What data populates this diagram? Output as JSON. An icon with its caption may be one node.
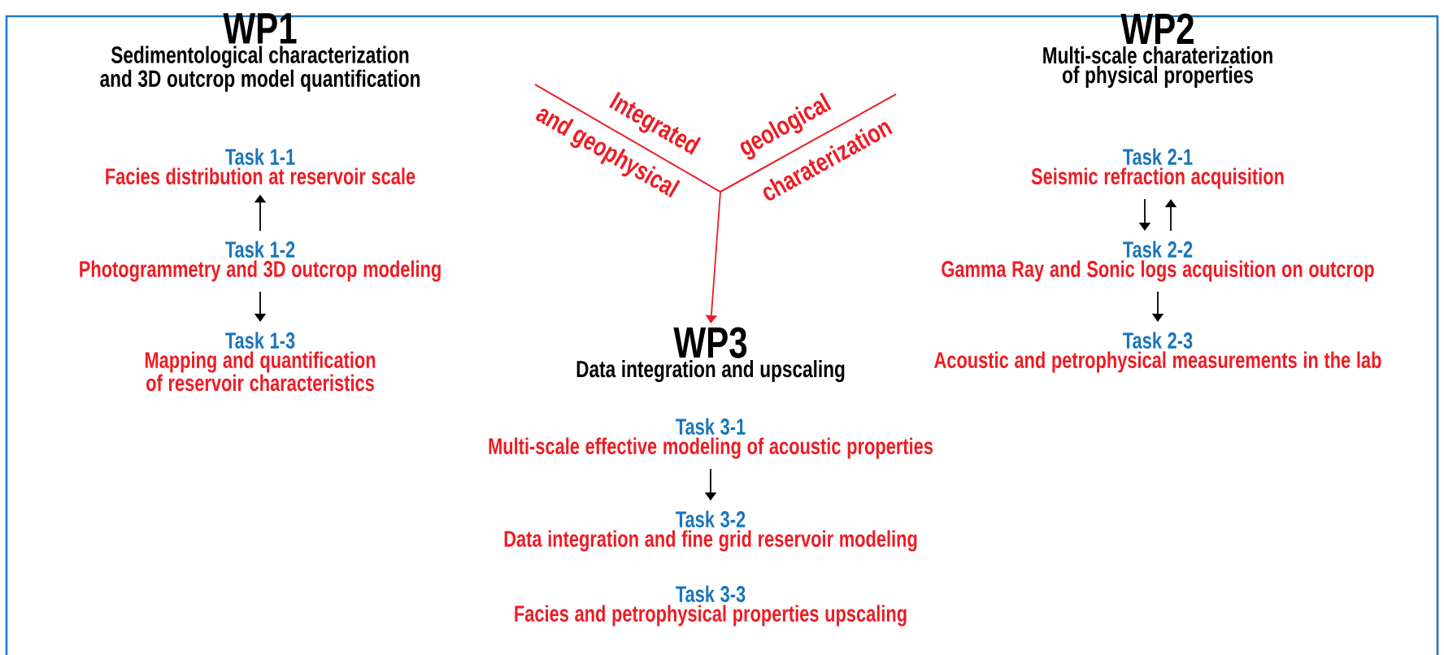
{
  "diagram": {
    "nodes": [
      {
        "text": [
          "WP1",
          "Sedimentological characterization and 3D outcrop model quantification"
        ]
      },
      {
        "text": [
          "Task 1-1",
          "Facies distribution at reservoir scale"
        ]
      },
      {
        "text": [
          "Task 1-2",
          "Photogrammetry and 3D outcrop modeling"
        ]
      },
      {
        "text": [
          "Task 1-3",
          "Mapping and quantification of reservoir characteristics"
        ]
      },
      {
        "text": [
          "WP2",
          "Multi-scale charaterization of physical properties"
        ]
      },
      {
        "text": [
          "Task 2-1",
          "Seismic refraction acquisition"
        ]
      },
      {
        "text": [
          "Task 2-2",
          "Gamma Ray and Sonic logs acquisition on outcrop"
        ]
      },
      {
        "text": [
          "Task 2-3",
          "Acoustic and petrophysical measurements in the lab"
        ]
      },
      {
        "text": [
          "WP3",
          "Data integration and upscaling"
        ]
      },
      {
        "text": [
          "Task 3-1",
          "Multi-scale effective modeling of acoustic properties"
        ]
      },
      {
        "text": [
          "Task 3-2",
          "Data integration and fine grid reservoir modeling"
        ]
      },
      {
        "text": [
          "Task 3-3",
          "Facies and petrophysical properties upscaling"
        ]
      }
    ],
    "edges": [
      {
        "from": 2,
        "to": 1,
        "arrow": "to"
      },
      {
        "from": 2,
        "to": 3,
        "arrow": "to"
      },
      {
        "from": 5,
        "to": 6,
        "arrow": "to"
      },
      {
        "from": 6,
        "to": 5,
        "arrow": "to"
      },
      {
        "from": 6,
        "to": 7,
        "arrow": "to"
      },
      {
        "from": 9,
        "to": 10,
        "arrow": "to"
      },
      {
        "from": null,
        "to": 8,
        "arrow": "to",
        "color": "#ed1c24"
      }
    ],
    "labels": [
      "Integrated",
      "geological",
      "and geophysical",
      "charaterization"
    ]
  }
}
